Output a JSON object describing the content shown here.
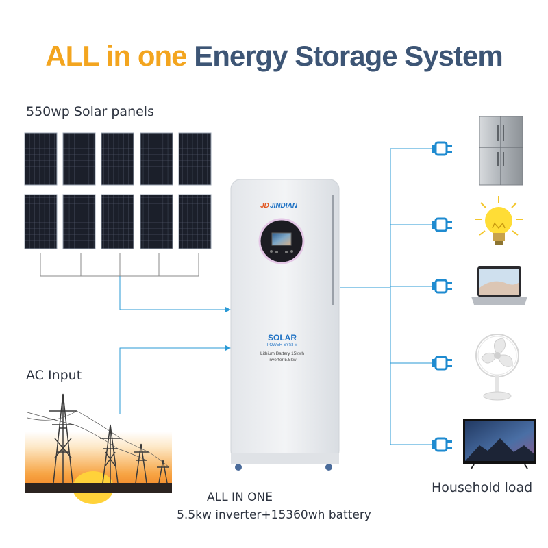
{
  "title": {
    "part1": "ALL in one",
    "part2": "Energy Storage System"
  },
  "solar_label": "550wp Solar panels",
  "ac_label": "AC Input",
  "household_label": "Household load",
  "unit": {
    "brand_prefix": "JD",
    "brand_suffix": "JINDIAN",
    "logo_text": "SOLAR",
    "logo_sub": "POWER SYSTM",
    "spec1": "Lithium Battery 15kwh",
    "spec2": "Inverter 5.5kw"
  },
  "caption": {
    "line1": "ALL IN ONE",
    "line2": "5.5kw inverter+15360wh battery"
  },
  "colors": {
    "title_orange": "#f3a51f",
    "title_blue": "#3d5575",
    "line_blue": "#2a9ad6",
    "plug_blue": "#1f8bd0"
  },
  "loads": [
    {
      "icon": "refrigerator-icon"
    },
    {
      "icon": "light-bulb-icon"
    },
    {
      "icon": "laptop-icon"
    },
    {
      "icon": "fan-icon"
    },
    {
      "icon": "television-icon"
    }
  ]
}
